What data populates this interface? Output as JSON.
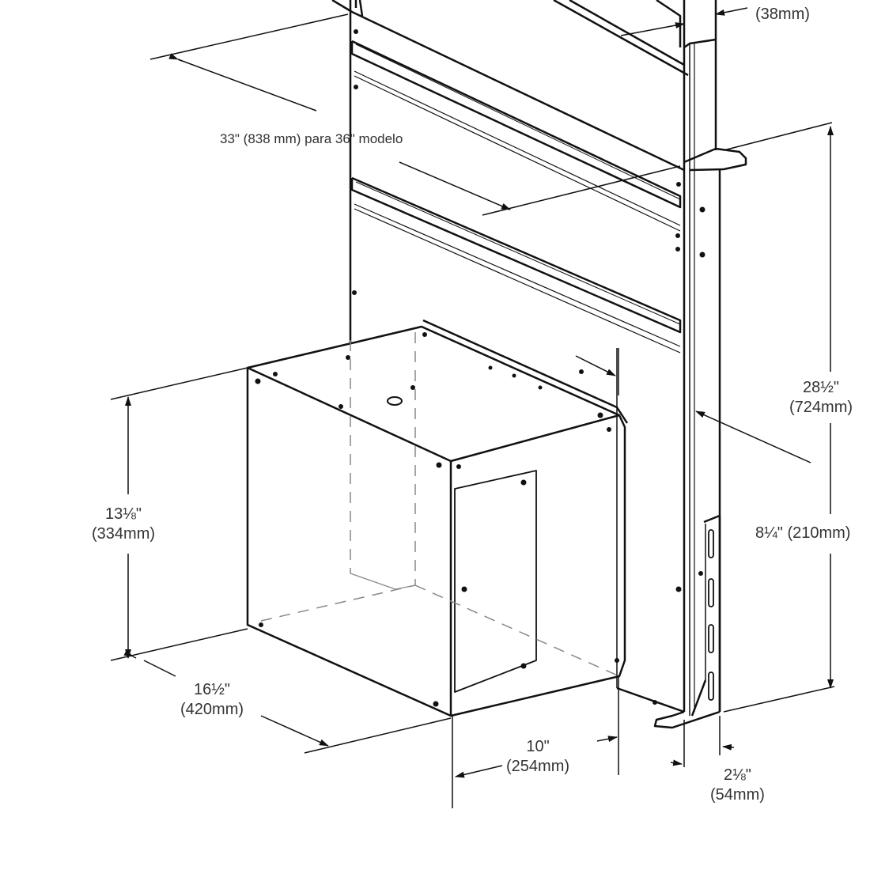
{
  "diagram": {
    "type": "technical-dimension-drawing",
    "subject": "downdraft ventilation unit with blower box, isometric view",
    "line_color": "#111111",
    "text_color": "#333333",
    "background": "#ffffff"
  },
  "dimensions": {
    "top_depth": {
      "imperial": "",
      "metric": "(38mm)"
    },
    "width_note": {
      "text": "33\" (838 mm) para 36\" modelo"
    },
    "overall_height": {
      "imperial": "28½\"",
      "metric": "(724mm)"
    },
    "lower_height": {
      "imperial": "8¼\" (210mm)"
    },
    "blower_height": {
      "imperial": "13⅛\"",
      "metric": "(334mm)"
    },
    "blower_width": {
      "imperial": "16½\"",
      "metric": "(420mm)"
    },
    "blower_depth": {
      "imperial": "10\"",
      "metric": "(254mm)"
    },
    "bracket_depth": {
      "imperial": "2⅛\"",
      "metric": "(54mm)"
    }
  }
}
